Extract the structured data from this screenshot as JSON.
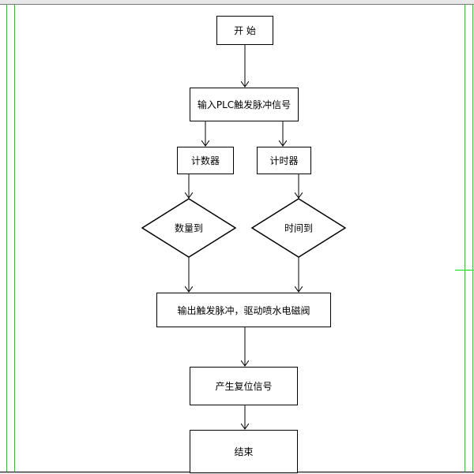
{
  "flowchart": {
    "start": "开 始",
    "input": "输入PLC触发脉冲信号",
    "counter": "计数器",
    "timer": "计时器",
    "count_reached": "数量到",
    "time_reached": "时间到",
    "output": "输出触发脉冲，驱动喷水电磁阀",
    "reset": "产生复位信号",
    "end": "结束"
  },
  "colors": {
    "frame": "#00e000",
    "line": "#000000"
  }
}
